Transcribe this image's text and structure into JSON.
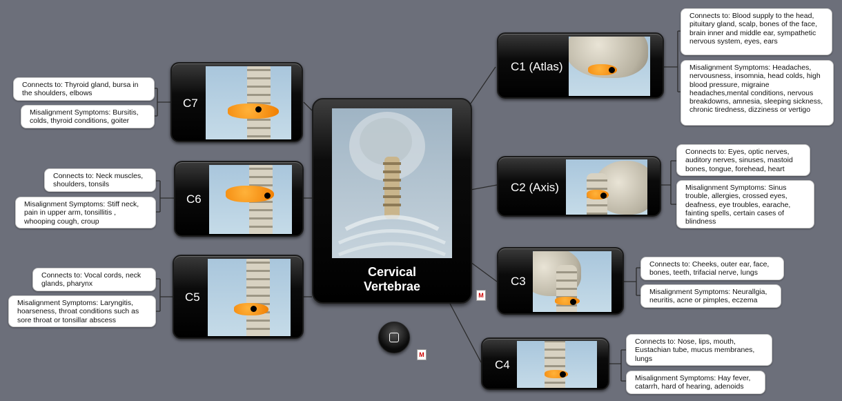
{
  "central": {
    "title_line1": "Cervical",
    "title_line2": "Vertebrae"
  },
  "vertebrae": {
    "c1": {
      "label": "C1 (Atlas)",
      "connects": "Connects to: Blood supply to the head, pituitary gland, scalp, bones of the face, brain inner and middle ear, sympathetic nervous system, eyes, ears",
      "symptoms": "Misalignment Symptoms: Headaches, nervousness, insomnia, head colds, high blood pressure, migraine headaches,mental conditions, nervous breakdowns, amnesia, sleeping sickness, chronic tiredness, dizziness or vertigo"
    },
    "c2": {
      "label": "C2 (Axis)",
      "connects": "Connects to: Eyes, optic nerves, auditory nerves, sinuses, mastoid bones, tongue, forehead, heart",
      "symptoms": "Misalignment Symptoms: Sinus trouble, allergies, crossed eyes, deafness, eye troubles, earache, fainting spells, certain cases of blindness"
    },
    "c3": {
      "label": "C3",
      "connects": "Connects to: Cheeks, outer ear, face, bones, teeth, trifacial nerve, lungs",
      "symptoms": "Misalignment Symptoms: Neurallgia, neuritis, acne or pimples, eczema"
    },
    "c4": {
      "label": "C4",
      "connects": "Connects to: Nose, lips, mouth, Eustachian tube, mucus membranes, lungs",
      "symptoms": "Misalignment Symptoms: Hay fever, catarrh, hard of hearing, adenoids"
    },
    "c5": {
      "label": "C5",
      "connects": "Connects to: Vocal cords, neck glands, pharynx",
      "symptoms": "Misalignment Symptoms: Laryngitis, hoarseness, throat conditions such as sore throat or tonsillar abscess"
    },
    "c6": {
      "label": "C6",
      "connects": "Connects to: Neck muscles, shoulders, tonsils",
      "symptoms": "Misalignment Symptoms: Stiff neck, pain in upper arm, tonsillitis , whooping cough, croup"
    },
    "c7": {
      "label": "C7",
      "connects": "Connects to: Thyroid gland, bursa in the shoulders, elbows",
      "symptoms": "Misalignment Symptoms: Bursitis, colds, thyroid conditions, goiter"
    }
  },
  "icons": {
    "link_icon_glyph": "M",
    "colors": {
      "background": "#6c6f7a",
      "node": "#000000",
      "highlight": "#f07d00"
    }
  }
}
